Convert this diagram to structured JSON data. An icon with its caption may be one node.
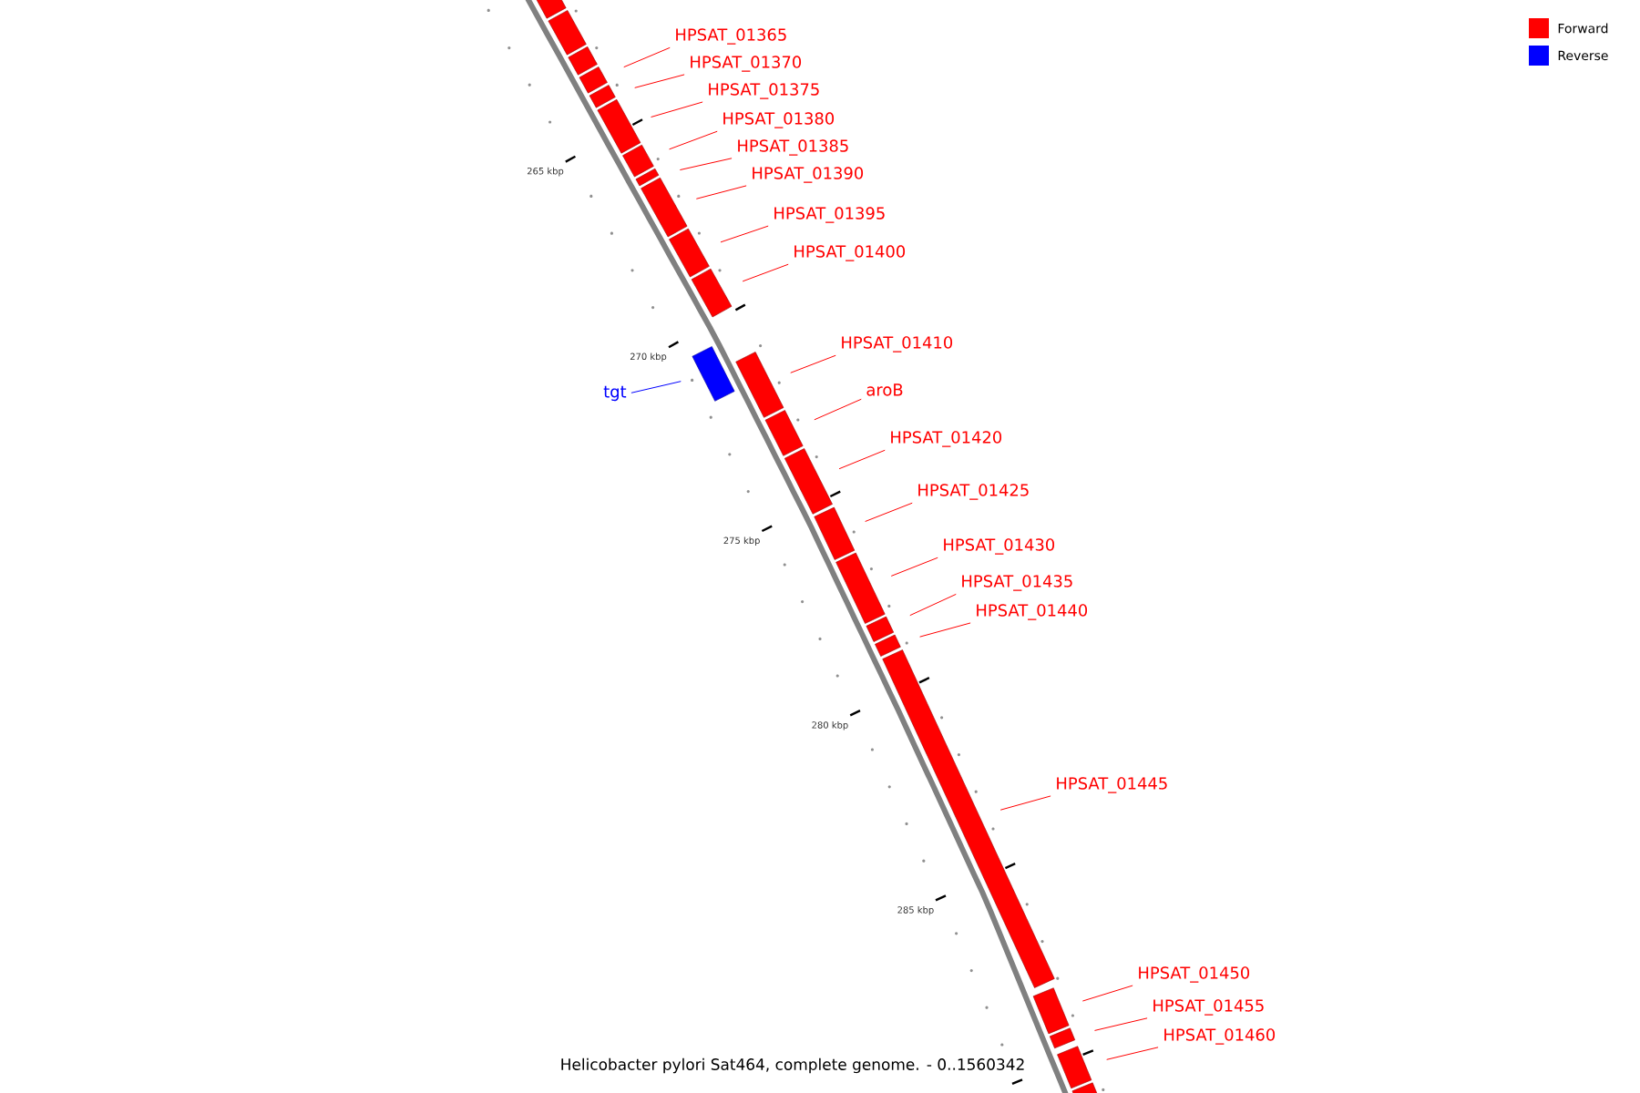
{
  "diagram": {
    "caption": "Helicobacter pylori Sat464, complete genome. - 0..1560342",
    "nodes": [
      {
        "text": [],
        "shape": "bar"
      },
      {
        "text": [],
        "shape": "bar"
      },
      {
        "text": [],
        "shape": "bar"
      },
      {
        "text": [
          "HPSAT_01365"
        ]
      },
      {
        "text": [],
        "shape": "bar"
      },
      {
        "text": [
          "HPSAT_01370"
        ]
      },
      {
        "text": [],
        "shape": "bar"
      },
      {
        "text": [
          "HPSAT_01375"
        ]
      },
      {
        "text": [],
        "shape": "bar"
      },
      {
        "text": [
          "HPSAT_01380"
        ]
      },
      {
        "text": [],
        "shape": "bar"
      },
      {
        "text": [
          "HPSAT_01385"
        ]
      },
      {
        "text": [],
        "shape": "bar"
      },
      {
        "text": [
          "HPSAT_01390"
        ]
      },
      {
        "text": [],
        "shape": "bar"
      },
      {
        "text": [
          "HPSAT_01395"
        ]
      },
      {
        "text": [],
        "shape": "bar"
      },
      {
        "text": [
          "HPSAT_01400"
        ]
      },
      {
        "text": [],
        "shape": "bar"
      },
      {
        "text": [
          "tgt"
        ]
      },
      {
        "text": [],
        "shape": "bar"
      },
      {
        "text": [
          "HPSAT_01410"
        ]
      },
      {
        "text": [],
        "shape": "bar"
      },
      {
        "text": [
          "aroB"
        ]
      },
      {
        "text": [],
        "shape": "bar"
      },
      {
        "text": [
          "HPSAT_01420"
        ]
      },
      {
        "text": [],
        "shape": "bar"
      },
      {
        "text": [
          "HPSAT_01425"
        ]
      },
      {
        "text": [],
        "shape": "bar"
      },
      {
        "text": [
          "HPSAT_01430"
        ]
      },
      {
        "text": [],
        "shape": "bar"
      },
      {
        "text": [
          "HPSAT_01435"
        ]
      },
      {
        "text": [],
        "shape": "bar"
      },
      {
        "text": [
          "HPSAT_01440"
        ]
      },
      {
        "text": [],
        "shape": "bar"
      },
      {
        "text": [
          "HPSAT_01445"
        ]
      },
      {
        "text": [],
        "shape": "bar"
      },
      {
        "text": [
          "HPSAT_01450"
        ]
      },
      {
        "text": [],
        "shape": "bar"
      },
      {
        "text": [
          "HPSAT_01455"
        ]
      },
      {
        "text": [],
        "shape": "bar"
      },
      {
        "text": [
          "HPSAT_01460"
        ]
      },
      {
        "text": [],
        "shape": "bar"
      },
      {
        "text": [],
        "shape": "bar"
      }
    ],
    "edges": [
      {
        "from": 3,
        "to": 4,
        "arrow": "none"
      },
      {
        "from": 5,
        "to": 6,
        "arrow": "none"
      },
      {
        "from": 7,
        "to": 8,
        "arrow": "none"
      },
      {
        "from": 9,
        "to": 10,
        "arrow": "none"
      },
      {
        "from": 11,
        "to": 12,
        "arrow": "none"
      },
      {
        "from": 13,
        "to": 14,
        "arrow": "none"
      },
      {
        "from": 15,
        "to": 16,
        "arrow": "none"
      },
      {
        "from": 17,
        "to": 18,
        "arrow": "none"
      },
      {
        "from": 19,
        "to": 20,
        "arrow": "none",
        "color": "#0000ff"
      },
      {
        "from": 21,
        "to": 22,
        "arrow": "none"
      },
      {
        "from": 23,
        "to": 24,
        "arrow": "none"
      },
      {
        "from": 25,
        "to": 26,
        "arrow": "none"
      },
      {
        "from": 27,
        "to": 28,
        "arrow": "none"
      },
      {
        "from": 29,
        "to": 30,
        "arrow": "none"
      },
      {
        "from": 31,
        "to": 32,
        "arrow": "none"
      },
      {
        "from": 33,
        "to": 34,
        "arrow": "none"
      },
      {
        "from": 35,
        "to": 36,
        "arrow": "none"
      },
      {
        "from": 37,
        "to": 38,
        "arrow": "none"
      },
      {
        "from": 39,
        "to": 40,
        "arrow": "none"
      },
      {
        "from": 41,
        "to": 42,
        "arrow": "none"
      }
    ],
    "labels": [
      "265 kbp",
      "270 kbp",
      "275 kbp",
      "280 kbp",
      "285 kbp"
    ],
    "legend": [
      {
        "text": "Forward",
        "color": "#ff0000"
      },
      {
        "text": "Reverse",
        "color": "#0000ff"
      }
    ]
  }
}
